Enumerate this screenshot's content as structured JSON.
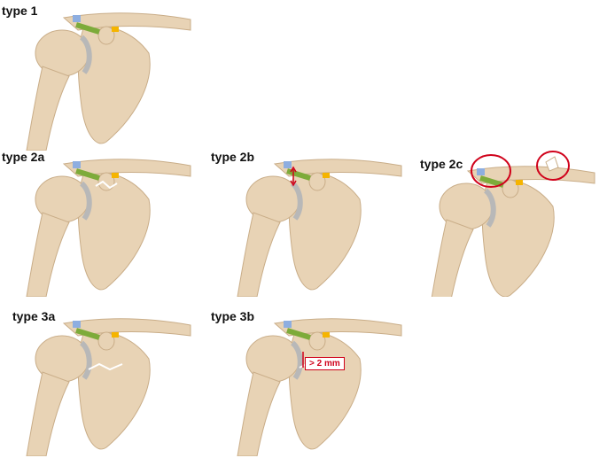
{
  "panels": [
    {
      "id": "t1",
      "label": "type 1"
    },
    {
      "id": "t2a",
      "label": "type 2a"
    },
    {
      "id": "t2b",
      "label": "type 2b"
    },
    {
      "id": "t2c",
      "label": "type 2c"
    },
    {
      "id": "t3a",
      "label": "type 3a"
    },
    {
      "id": "t3b",
      "label": "type 3b",
      "annotation": "> 2 mm"
    }
  ],
  "colors": {
    "bone": "#e8d3b5",
    "bone_shadow": "#c9ad88",
    "cartilage": "#b8b8b8",
    "ligament_blue": "#8eaee0",
    "ligament_green": "#7dab3a",
    "ligament_orange": "#f5b400",
    "marker_red": "#d0021b"
  }
}
